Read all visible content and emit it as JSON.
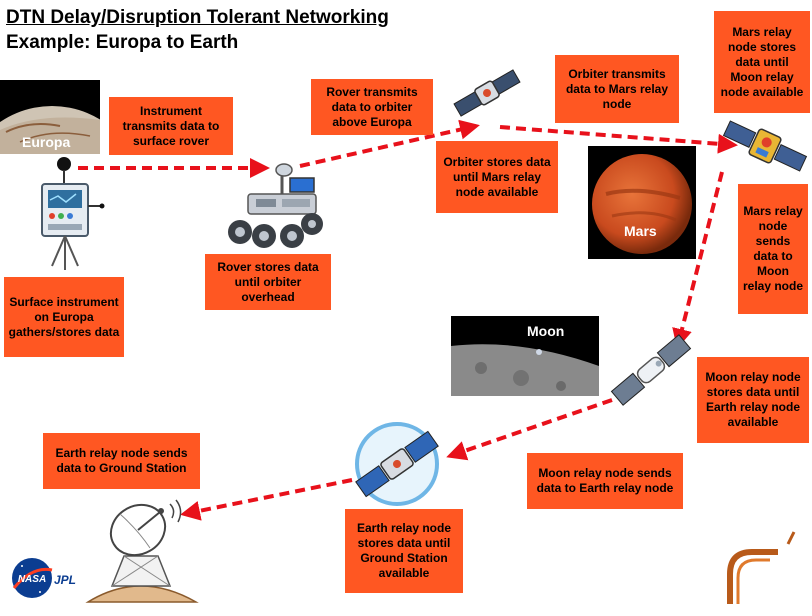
{
  "title": {
    "line1": "DTN  Delay/Disruption Tolerant Networking",
    "line2": "Example: Europa to Earth"
  },
  "photos": {
    "europa": "Europa",
    "mars": "Mars",
    "moon": "Moon"
  },
  "steps": {
    "surface_instrument": "Surface instrument on Europa gathers/stores data",
    "instrument_transmits": "Instrument transmits data to surface rover",
    "rover_stores": "Rover stores data until orbiter overhead",
    "rover_transmits": "Rover transmits data to orbiter above Europa",
    "orbiter_stores": "Orbiter stores data until Mars relay node available",
    "orbiter_transmits": "Orbiter transmits data to Mars relay node",
    "mars_relay_stores": "Mars relay node stores data until Moon relay node available",
    "mars_relay_sends": "Mars relay node sends data to Moon relay node",
    "moon_relay_stores": "Moon relay node stores data until Earth relay node available",
    "moon_relay_sends": "Moon relay node sends data to Earth relay node",
    "earth_relay_stores": "Earth relay node stores data until Ground Station available",
    "earth_relay_sends": "Earth relay node sends data to Ground Station"
  },
  "logos": {
    "nasa": "NASA",
    "jpl": "JPL"
  },
  "colors": {
    "box": "#ff5722",
    "arrow": "#e8111b",
    "mars": "#c94a1e",
    "logo_accent": "#b85a1a"
  }
}
